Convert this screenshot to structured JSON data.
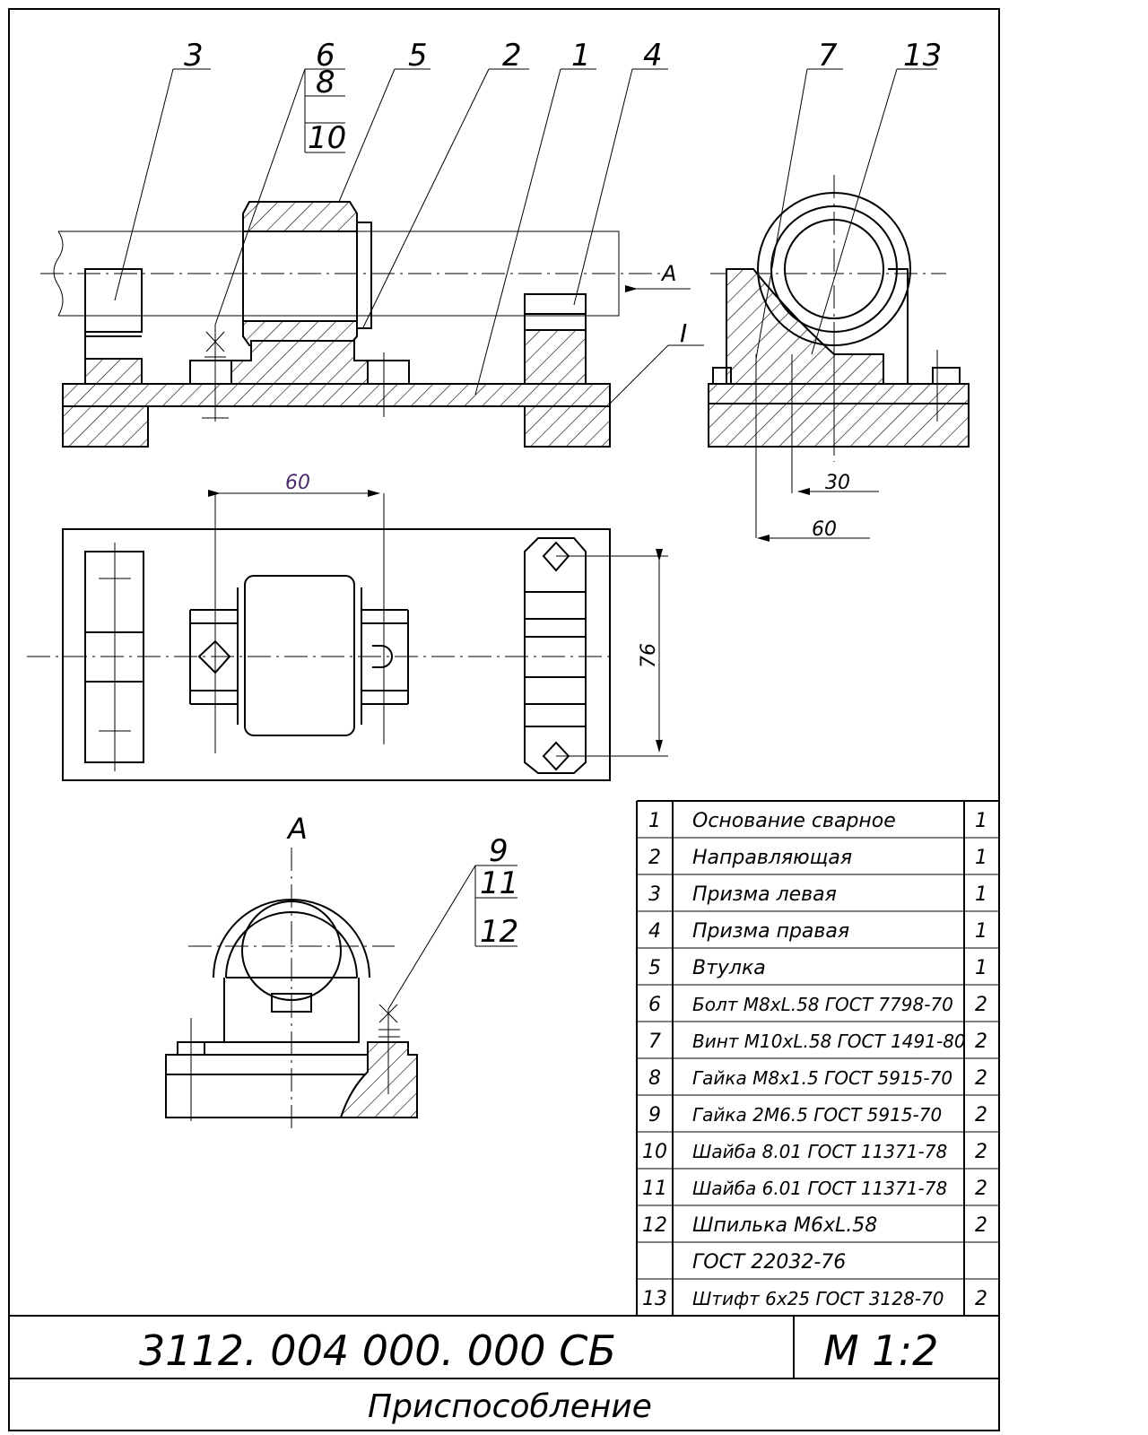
{
  "leaders": {
    "top": [
      "3",
      "6",
      "8",
      "10",
      "5",
      "2",
      "1",
      "4",
      "7",
      "13"
    ],
    "bottom": [
      "9",
      "11",
      "12"
    ],
    "section_mark": "I",
    "view_arrow": "A",
    "view_title": "A"
  },
  "dimensions": {
    "bolt_spacing": "60",
    "side_pin": "30",
    "side_screw": "60",
    "prism_bolts": "76"
  },
  "parts_list": [
    {
      "pos": "1",
      "name": "Основание сварное",
      "qty": "1"
    },
    {
      "pos": "2",
      "name": "Направляющая",
      "qty": "1"
    },
    {
      "pos": "3",
      "name": "Призма левая",
      "qty": "1"
    },
    {
      "pos": "4",
      "name": "Призма правая",
      "qty": "1"
    },
    {
      "pos": "5",
      "name": "Втулка",
      "qty": "1"
    },
    {
      "pos": "6",
      "name": "Болт M8xL.58 ГОСТ 7798-70",
      "qty": "2"
    },
    {
      "pos": "7",
      "name": "Винт M10xL.58 ГОСТ 1491-80",
      "qty": "2"
    },
    {
      "pos": "8",
      "name": "Гайка M8x1.5 ГОСТ 5915-70",
      "qty": "2"
    },
    {
      "pos": "9",
      "name": "Гайка 2M6.5 ГОСТ 5915-70",
      "qty": "2"
    },
    {
      "pos": "10",
      "name": "Шайба 8.01 ГОСТ 11371-78",
      "qty": "2"
    },
    {
      "pos": "11",
      "name": "Шайба 6.01 ГОСТ 11371-78",
      "qty": "2"
    },
    {
      "pos": "12",
      "name": "Шпилька M6xL.58",
      "qty": "2"
    },
    {
      "pos": "",
      "name": "ГОСТ 22032-76",
      "qty": ""
    },
    {
      "pos": "13",
      "name": "Штифт 6x25 ГОСТ 3128-70",
      "qty": "2"
    }
  ],
  "title_block": {
    "designation": "3112. 004 000. 000 СБ",
    "scale": "М 1:2",
    "name": "Приспособление"
  }
}
